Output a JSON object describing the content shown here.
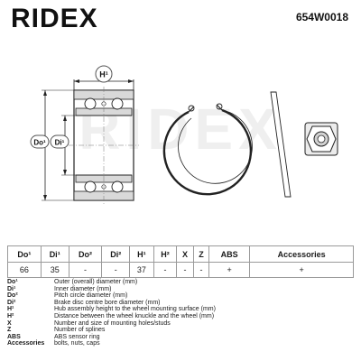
{
  "header": {
    "logo_text": "RIDEX",
    "part_number": "654W0018"
  },
  "drawing": {
    "label_h1": "H¹",
    "label_do1": "Do¹",
    "label_di1": "Di¹",
    "watermark": "RIDEX",
    "icons": [
      "wheel-bearing-section-drawing",
      "circlip-ring-drawing",
      "hub-nut-drawing"
    ]
  },
  "table": {
    "headers": [
      "Do¹",
      "Di¹",
      "Do²",
      "Di²",
      "H¹",
      "H²",
      "X",
      "Z",
      "ABS",
      "Accessories"
    ],
    "values": [
      "66",
      "35",
      "-",
      "-",
      "37",
      "-",
      "-",
      "-",
      "+",
      "+"
    ]
  },
  "legend": [
    {
      "key": "Do¹",
      "desc": "Outer (overall) diameter (mm)"
    },
    {
      "key": "Di¹",
      "desc": "Inner diameter (mm)"
    },
    {
      "key": "Do²",
      "desc": "Pitch circle diameter (mm)"
    },
    {
      "key": "Di²",
      "desc": "Brake disc centre bore diameter (mm)"
    },
    {
      "key": "H¹",
      "desc": "Hub assembly height to the wheel mounting surface (mm)"
    },
    {
      "key": "H²",
      "desc": "Distance between the wheel knuckle and the wheel (mm)"
    },
    {
      "key": "X",
      "desc": "Number and size of mounting holes/studs"
    },
    {
      "key": "Z",
      "desc": "Number of splines"
    },
    {
      "key": "ABS",
      "desc": "ABS sensor ring"
    },
    {
      "key": "Accessories",
      "desc": "bolts, nuts, caps"
    }
  ]
}
